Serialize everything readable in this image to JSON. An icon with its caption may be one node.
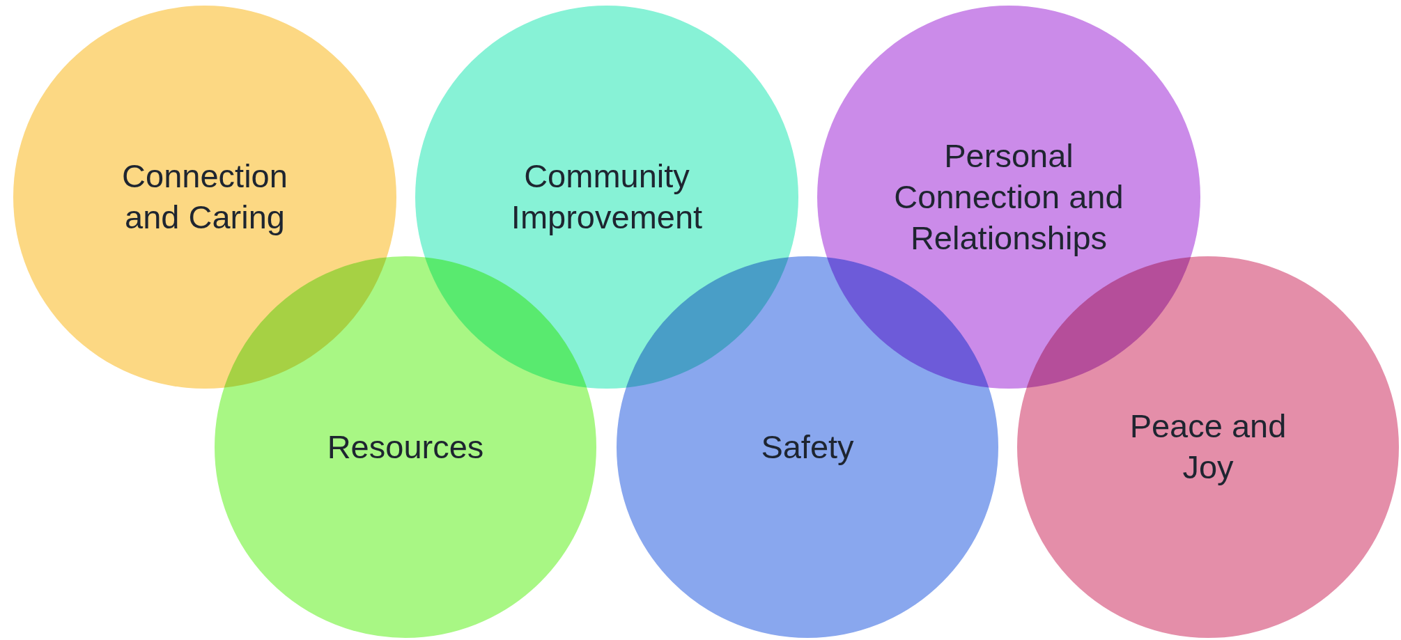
{
  "diagram": {
    "nodes": [
      {
        "text": [
          "Connection and Caring"
        ]
      },
      {
        "text": [
          "Community Improvement"
        ]
      },
      {
        "text": [
          "Personal Connection and Relationships"
        ]
      },
      {
        "text": [
          "Resources"
        ]
      },
      {
        "text": [
          "Safety"
        ]
      },
      {
        "text": [
          "Peace and Joy"
        ]
      }
    ]
  }
}
